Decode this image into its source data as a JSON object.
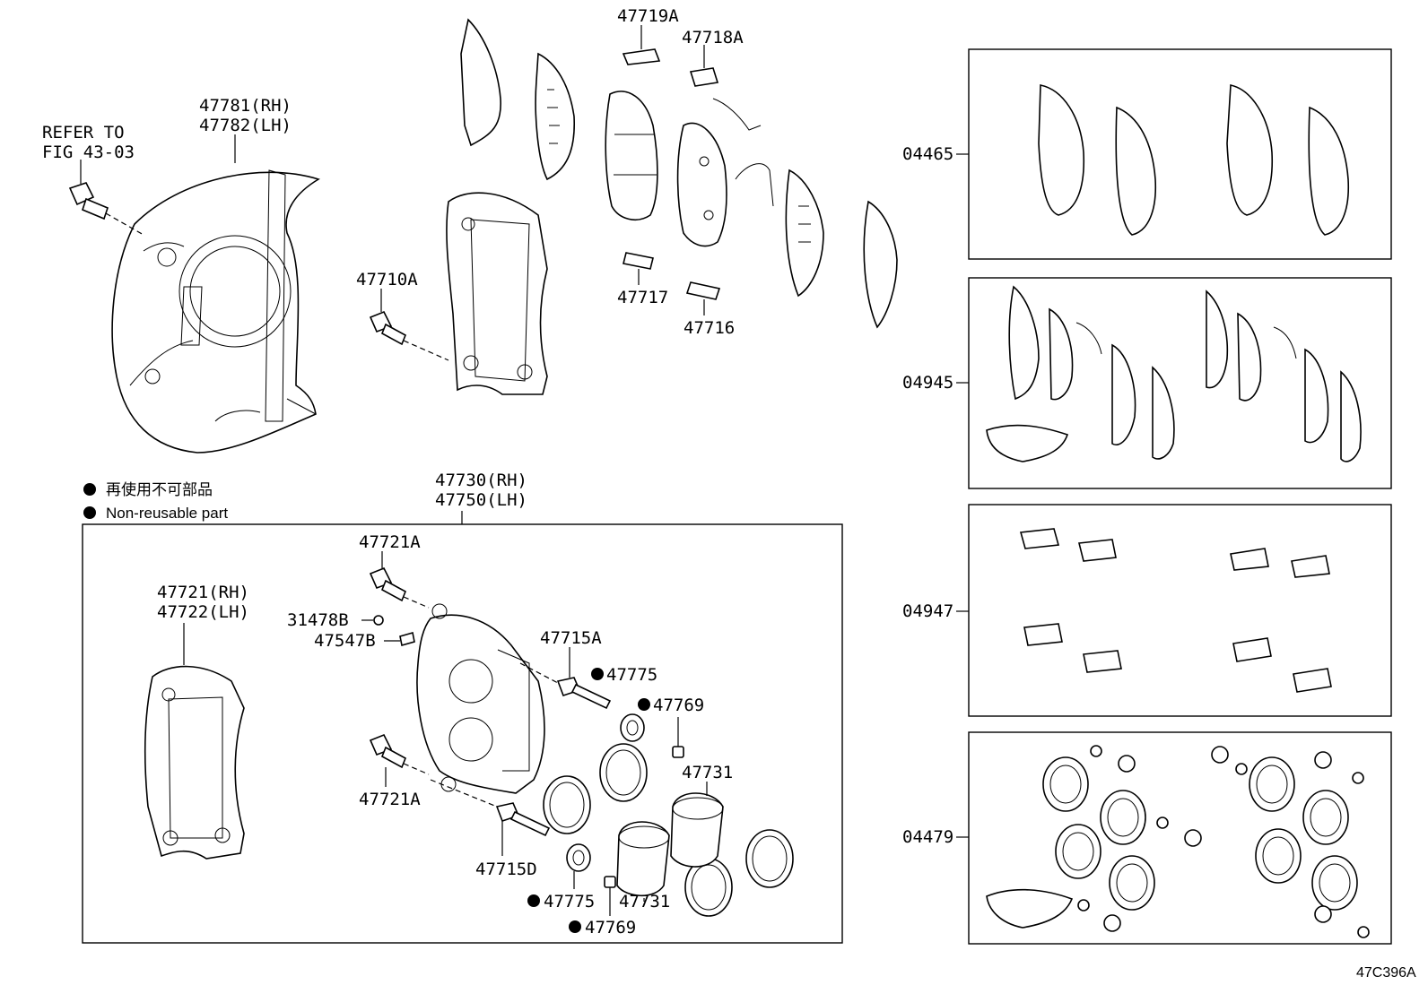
{
  "labels": {
    "refer_to_line1": "REFER TO",
    "refer_to_line2": "FIG 43-03",
    "dust_cover_rh": "47781(RH)",
    "dust_cover_lh": "47782(LH)",
    "bolt_47710a": "47710A",
    "clip_47719a": "47719A",
    "clip_47718a": "47718A",
    "clip_47717": "47717",
    "clip_47716": "47716",
    "kit_04465": "04465",
    "kit_04945": "04945",
    "kit_04947": "04947",
    "kit_04479": "04479",
    "note_jp": "再使用不可部品",
    "note_en": "Non-reusable part",
    "caliper_rh": "47730(RH)",
    "caliper_lh": "47750(LH)",
    "bolt_47721a_top": "47721A",
    "bolt_47721a_bottom": "47721A",
    "mount_rh": "47721(RH)",
    "mount_lh": "47722(LH)",
    "p31478b": "31478B",
    "p47547b": "47547B",
    "pin_47715a": "47715A",
    "pin_47715d": "47715D",
    "boot_47775_top": "47775",
    "boot_47775_bottom": "47775",
    "cap_47769_top": "47769",
    "cap_47769_bottom": "47769",
    "piston_47731_top": "47731",
    "piston_47731_bottom": "47731",
    "figure_code": "47C396A"
  }
}
